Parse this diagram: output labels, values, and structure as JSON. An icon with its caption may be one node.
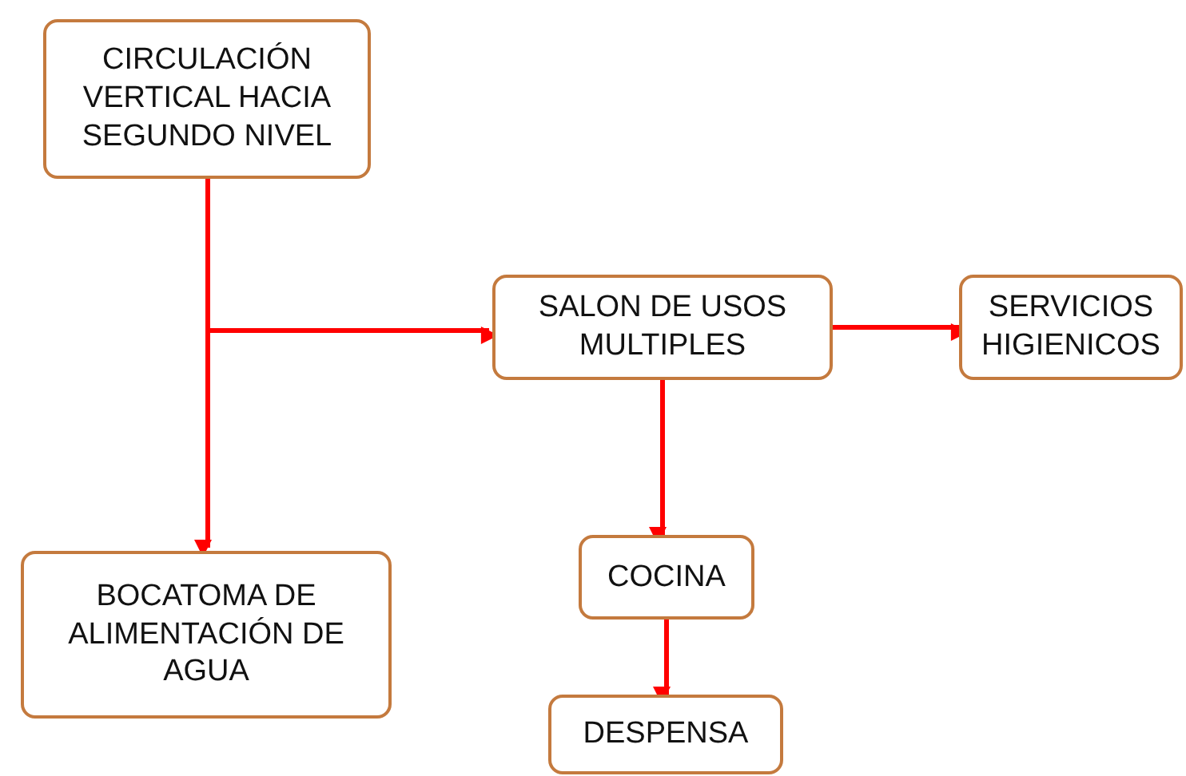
{
  "diagram": {
    "nodes": [
      {
        "text": [
          "CIRCULACIÓN VERTICAL HACIA SEGUNDO NIVEL"
        ]
      },
      {
        "text": [
          "SALON DE USOS MULTIPLES"
        ]
      },
      {
        "text": [
          "SERVICIOS HIGIENICOS"
        ]
      },
      {
        "text": [
          "BOCATOMA DE ALIMENTACIÓN DE AGUA"
        ]
      },
      {
        "text": [
          "COCINA"
        ]
      },
      {
        "text": [
          "DESPENSA"
        ]
      }
    ],
    "edges": [
      {
        "from": 0,
        "to": 3,
        "arrow": "to"
      },
      {
        "from": 0,
        "to": 1,
        "arrow": "to"
      },
      {
        "from": 1,
        "to": 2,
        "arrow": "to"
      },
      {
        "from": 1,
        "to": 4,
        "arrow": "to"
      },
      {
        "from": 4,
        "to": 5,
        "arrow": "to"
      }
    ]
  }
}
